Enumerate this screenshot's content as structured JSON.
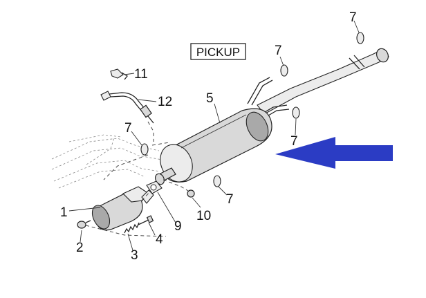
{
  "diagram": {
    "title_label": "PICKUP",
    "callouts": {
      "c1": "1",
      "c2": "2",
      "c3": "3",
      "c4": "4",
      "c5": "5",
      "c7a": "7",
      "c7b": "7",
      "c7c": "7",
      "c7d": "7",
      "c7e": "7",
      "c9": "9",
      "c10": "10",
      "c11": "11",
      "c12": "12"
    },
    "arrow_color": "#2b3cc4"
  }
}
